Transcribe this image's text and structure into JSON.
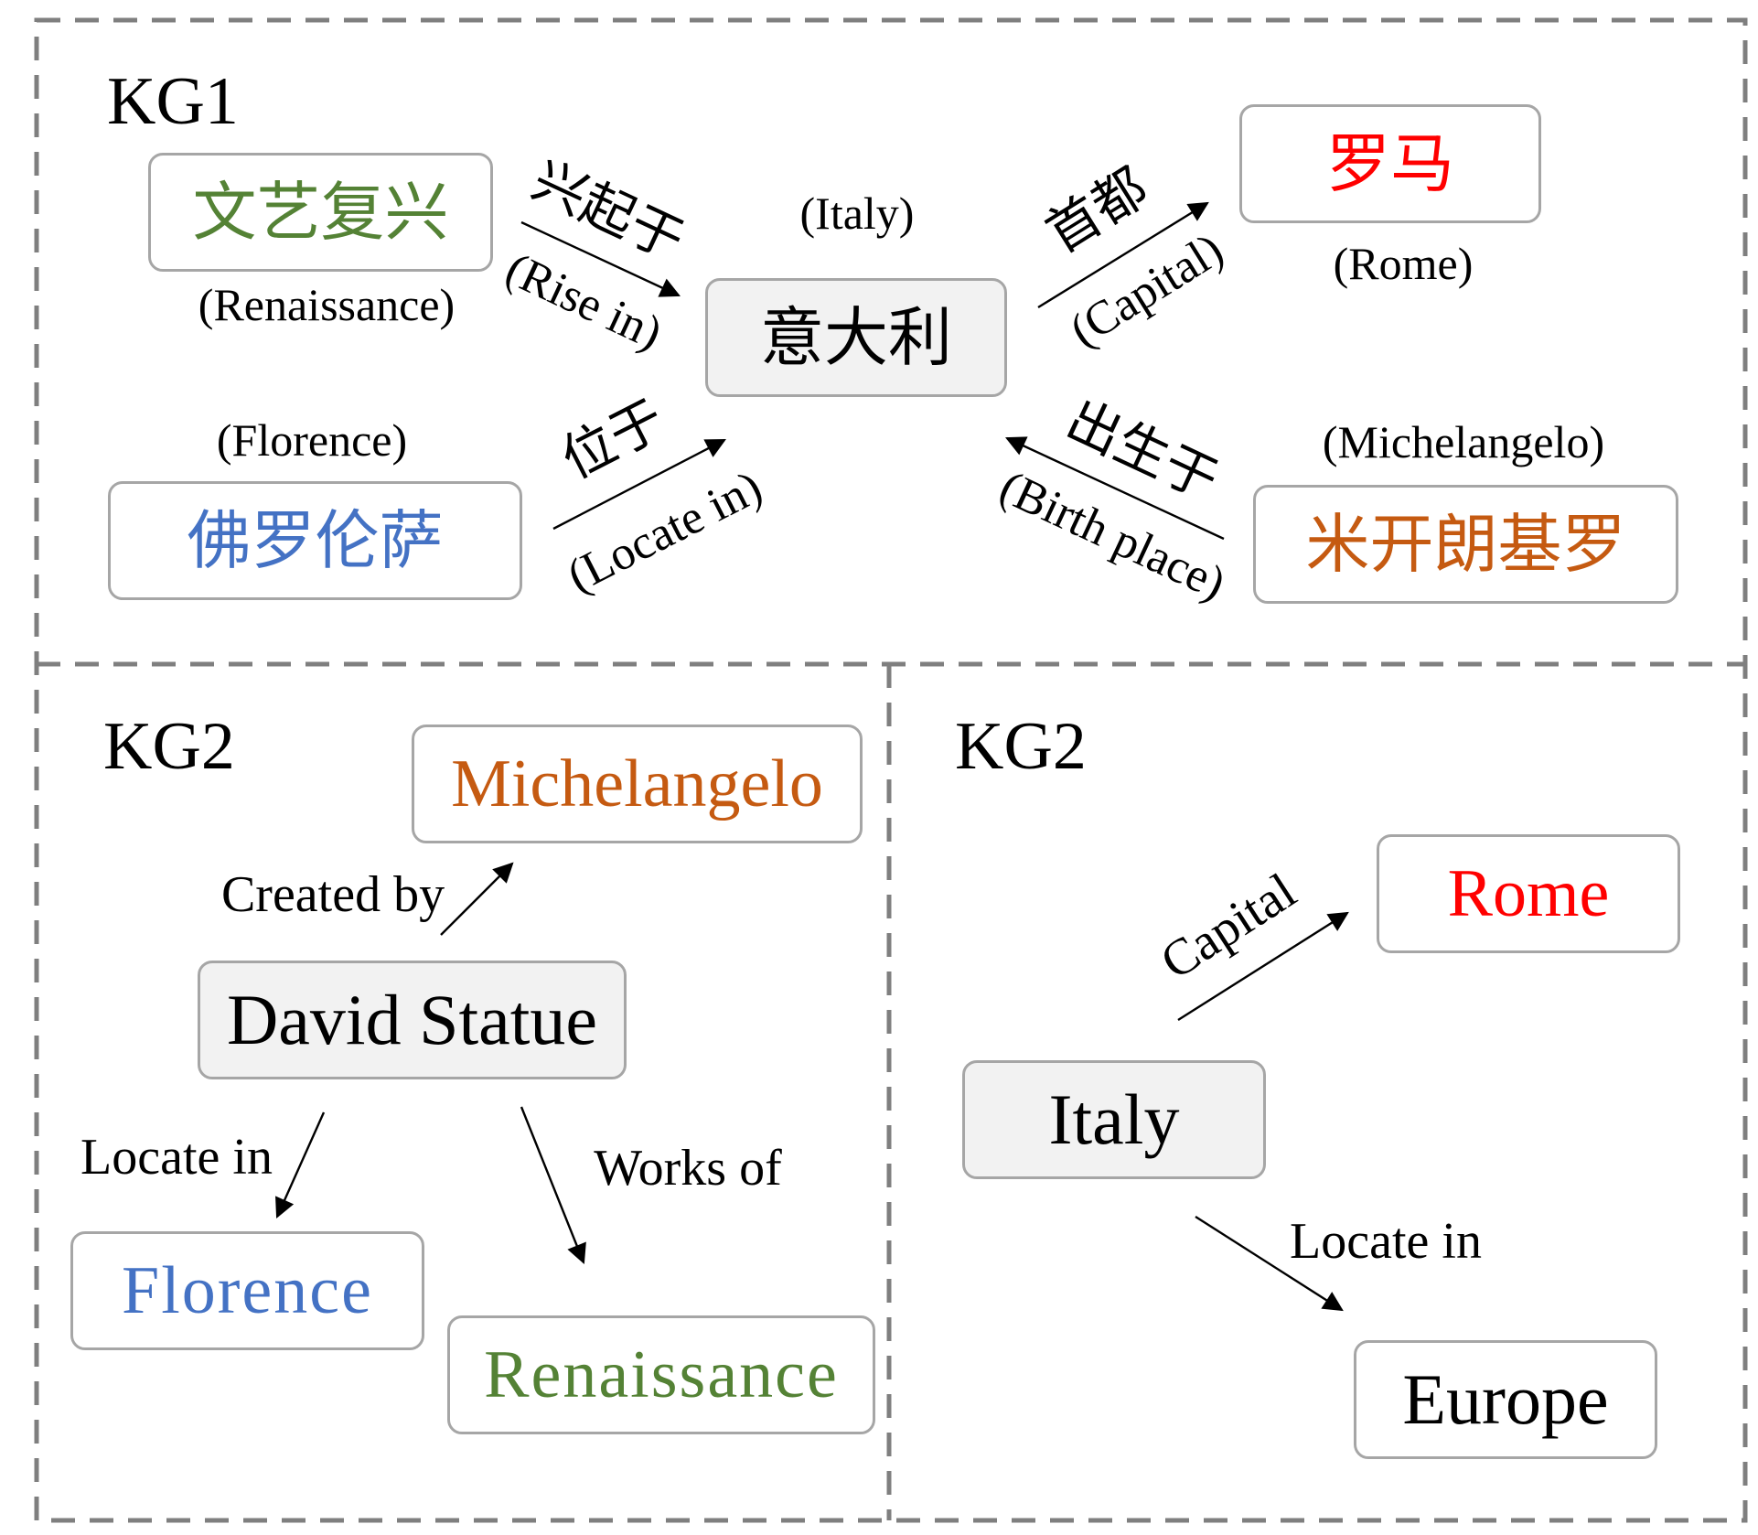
{
  "panels": {
    "kg1_title": "KG1",
    "kg2_left_title": "KG2",
    "kg2_right_title": "KG2"
  },
  "kg1": {
    "nodes": {
      "renaissance": {
        "label": "文艺复兴",
        "gloss": "(Renaissance)"
      },
      "italy": {
        "label": "意大利",
        "gloss": "(Italy)"
      },
      "rome": {
        "label": "罗马",
        "gloss": "(Rome)"
      },
      "florence": {
        "label": "佛罗伦萨",
        "gloss": "(Florence)"
      },
      "michelangelo": {
        "label": "米开朗基罗",
        "gloss": "(Michelangelo)"
      }
    },
    "relations": {
      "rise_in": {
        "zh": "兴起于",
        "en": "(Rise in)"
      },
      "capital": {
        "zh": "首都",
        "en": "(Capital)"
      },
      "locate_in": {
        "zh": "位于",
        "en": "(Locate in)"
      },
      "birth_place": {
        "zh": "出生于",
        "en": "(Birth place)"
      }
    }
  },
  "kg2_left": {
    "nodes": {
      "michelangelo": "Michelangelo",
      "david": "David Statue",
      "florence": "Florence",
      "renaissance": "Renaissance"
    },
    "relations": {
      "created_by": "Created by",
      "locate_in": "Locate in",
      "works_of": "Works of"
    }
  },
  "kg2_right": {
    "nodes": {
      "rome": "Rome",
      "italy": "Italy",
      "europe": "Europe"
    },
    "relations": {
      "capital": "Capital",
      "locate_in": "Locate in"
    }
  },
  "colors": {
    "renaissance": "#548235",
    "rome": "#ff0000",
    "florence": "#4472c4",
    "michelangelo": "#c55a11",
    "neutral": "#000000",
    "border": "#a6a6a6",
    "center_fill": "#f2f2f2",
    "dash": "#7f7f7f"
  }
}
